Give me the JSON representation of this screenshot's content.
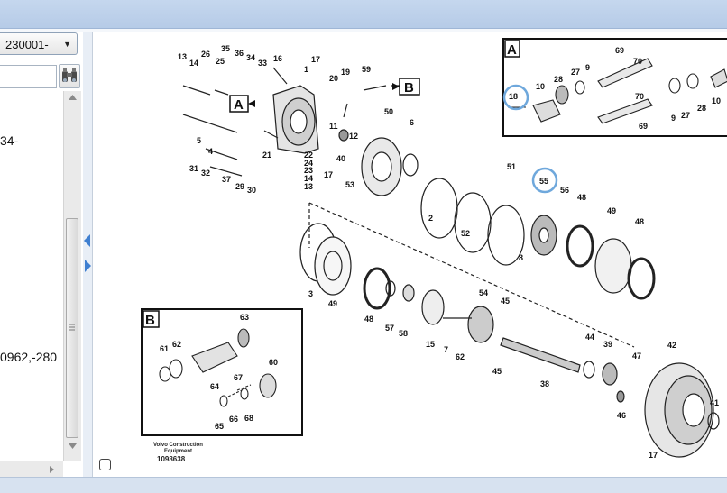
{
  "dropdown": {
    "value": "230001-"
  },
  "list_rows": [
    "34-",
    "0962,-280"
  ],
  "diagram": {
    "callouts": [
      "A",
      "B"
    ],
    "inset_a_label": "A",
    "inset_b_label": "B",
    "part_numbers": [
      "13",
      "14",
      "26",
      "25",
      "35",
      "36",
      "34",
      "33",
      "16",
      "17",
      "1",
      "20",
      "19",
      "59",
      "11",
      "12",
      "50",
      "6",
      "5",
      "4",
      "21",
      "22",
      "24",
      "23",
      "14",
      "13",
      "31",
      "32",
      "37",
      "29",
      "30",
      "40",
      "53",
      "17",
      "2",
      "51",
      "52",
      "55",
      "56",
      "48",
      "49",
      "48",
      "8",
      "3",
      "49",
      "48",
      "57",
      "58",
      "15",
      "7",
      "54",
      "45",
      "62",
      "45",
      "38",
      "44",
      "39",
      "47",
      "42",
      "46",
      "41",
      "17",
      "18",
      "10",
      "28",
      "27",
      "9",
      "69",
      "70",
      "70",
      "9",
      "27",
      "28",
      "10",
      "69",
      "63",
      "61",
      "62",
      "60",
      "64",
      "67",
      "66",
      "68",
      "65"
    ],
    "highlighted": [
      "18",
      "55"
    ],
    "footer_lines": [
      "Volvo Construction",
      "Equipment",
      "1098638"
    ]
  }
}
